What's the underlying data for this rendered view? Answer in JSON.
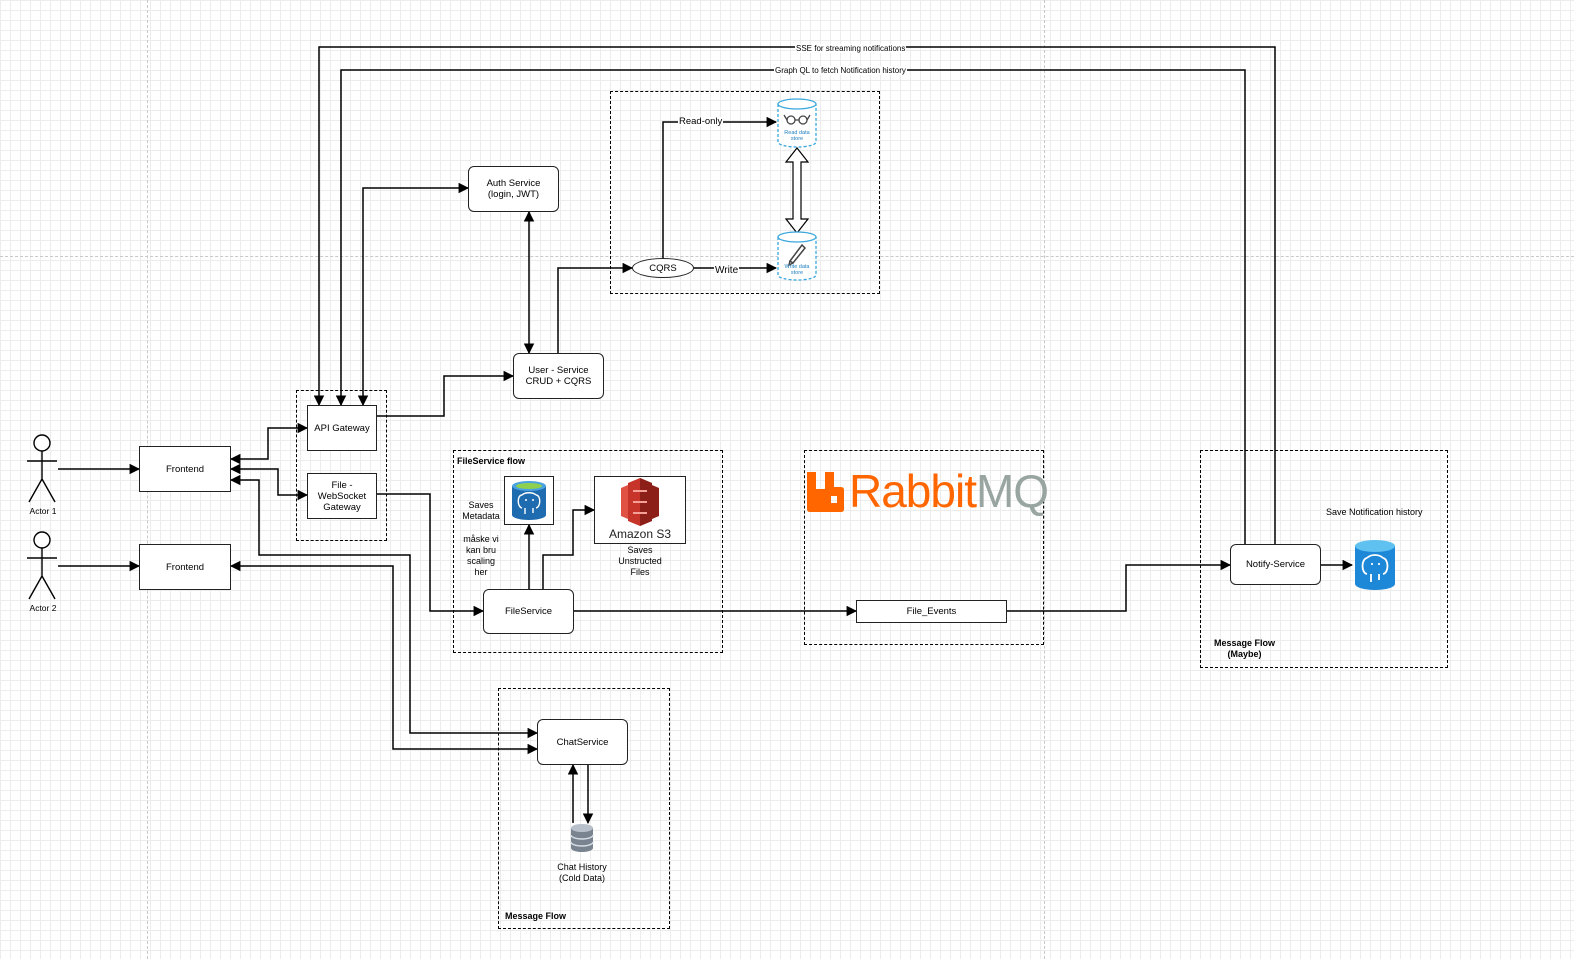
{
  "edges": {
    "sse": "SSE for streaming notifications",
    "graphql": "Graph QL to fetch Notification history",
    "read_only": "Read-only",
    "write": "Write"
  },
  "actors": [
    {
      "label": "Actor 1"
    },
    {
      "label": "Actor 2"
    }
  ],
  "nodes": {
    "frontend_1": "Frontend",
    "frontend_2": "Frontend",
    "api_gateway": "API Gateway",
    "ws_gateway": "File -\nWebSocket\nGateway",
    "auth_service": "Auth Service\n(login, JWT)",
    "user_service": "User - Service\nCRUD + CQRS",
    "cqrs": "CQRS",
    "file_service": "FileService",
    "chat_service": "ChatService",
    "file_events": "File_Events",
    "notify_service": "Notify-Service"
  },
  "stores": {
    "read_store": "Read data\nstore",
    "write_store": "Write data\nstore"
  },
  "labels": {
    "saves_metadata": "Saves\nMetadata",
    "note": "måske vi\nkan bru\nscaling\nher",
    "saves_unstructured": "Saves\nUnstructed\nFiles",
    "chat_history": "Chat History\n(Cold Data)",
    "save_notification_history": "Save Notification history"
  },
  "groups": {
    "fileservice_flow": "FileService flow",
    "message_flow": "Message Flow",
    "message_flow_maybe": "Message Flow\n(Maybe)"
  },
  "logos": {
    "amazon_s3": "Amazon S3",
    "rabbitmq_a": "Rabbit",
    "rabbitmq_b": "MQ"
  },
  "colors": {
    "rabbit_orange": "#ff6600",
    "rabbit_gray": "#99a5a1",
    "s3_red": "#c7342a",
    "azure_blue": "#1e88d8",
    "store_blue": "#39a7dd"
  }
}
